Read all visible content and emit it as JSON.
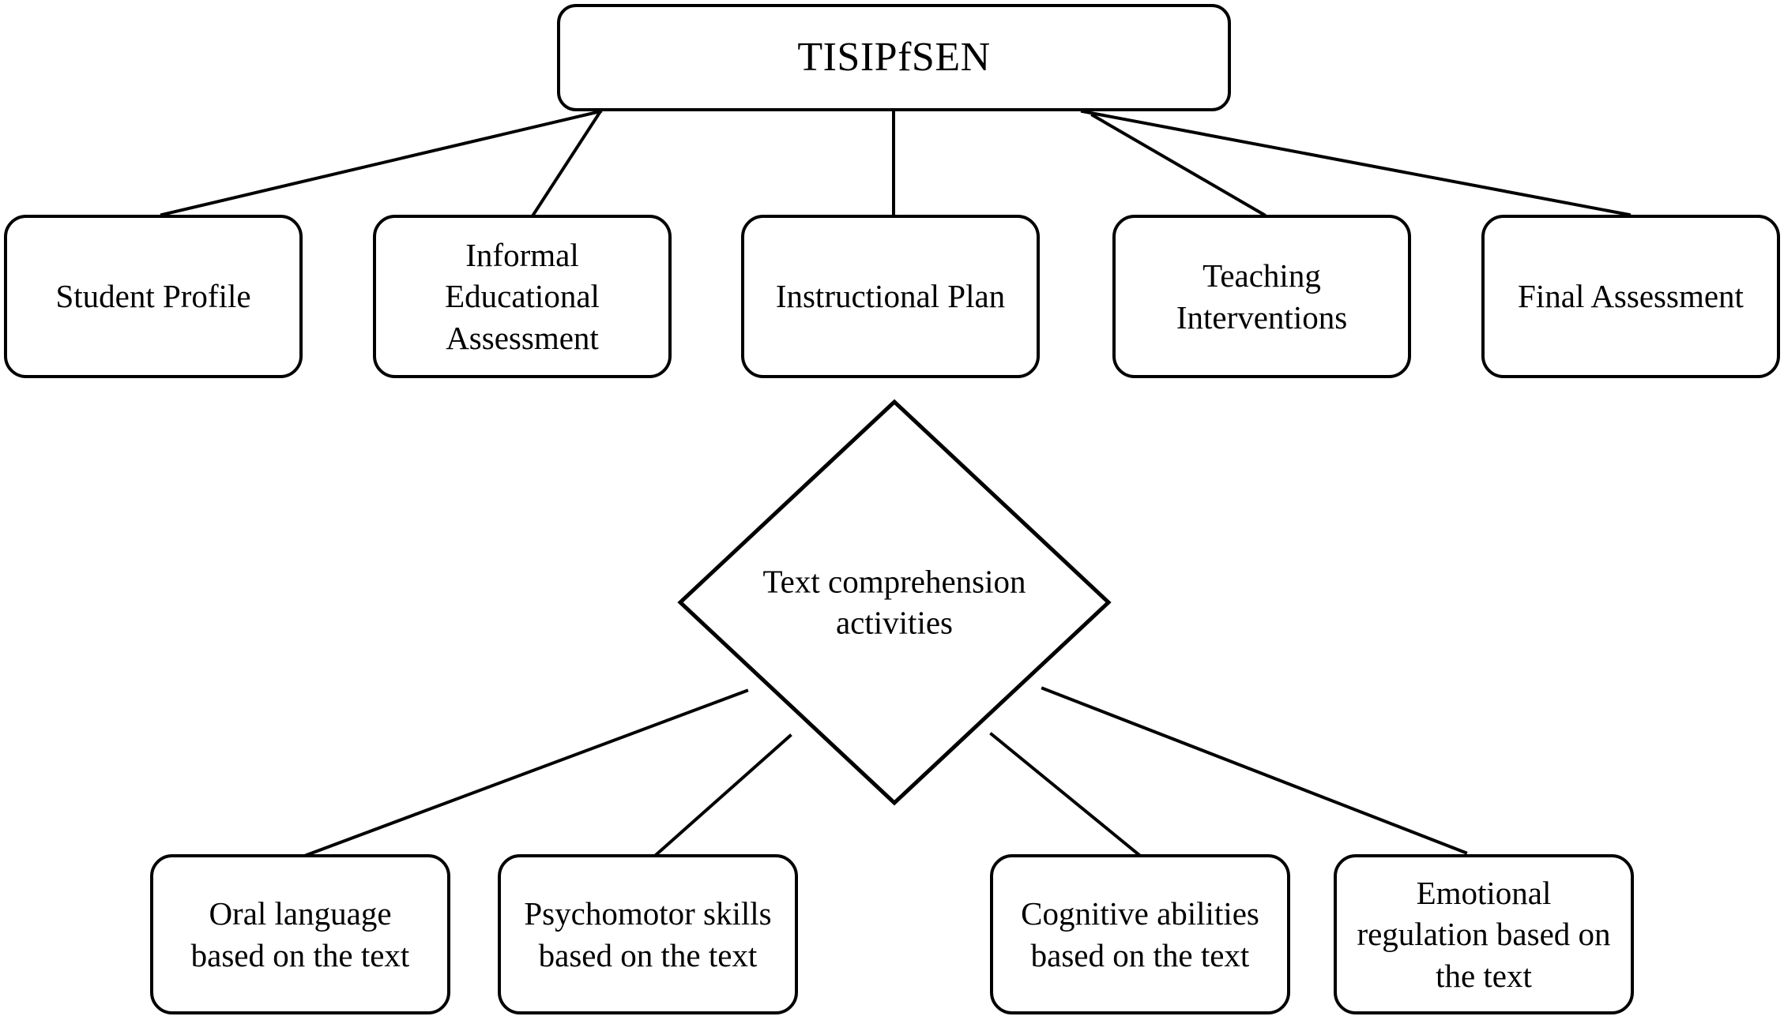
{
  "diagram": {
    "title": "TISIPfSEN",
    "root": {
      "id": "root",
      "label": "TISIPfSEN"
    },
    "components": [
      {
        "id": "student-profile",
        "label": "Student Profile"
      },
      {
        "id": "informal-assessment",
        "label": "Informal\nEducational\nAssessment"
      },
      {
        "id": "instructional-plan",
        "label": "Instructional Plan"
      },
      {
        "id": "teaching-interventions",
        "label": "Teaching\nInterventions"
      },
      {
        "id": "final-assessment",
        "label": "Final Assessment"
      }
    ],
    "activity": {
      "id": "text-comprehension-activities",
      "label": "Text comprehension\nactivities"
    },
    "activity_children": [
      {
        "id": "oral-language",
        "label": "Oral language\nbased on the text"
      },
      {
        "id": "psychomotor-skills",
        "label": "Psychomotor skills\nbased on the text"
      },
      {
        "id": "cognitive-abilities",
        "label": "Cognitive abilities\nbased on the text"
      },
      {
        "id": "emotional-regulation",
        "label": "Emotional\nregulation based on\nthe text"
      }
    ],
    "style": {
      "stroke_color": "#000000",
      "fill_color": "#ffffff",
      "text_color": "#000000"
    }
  }
}
